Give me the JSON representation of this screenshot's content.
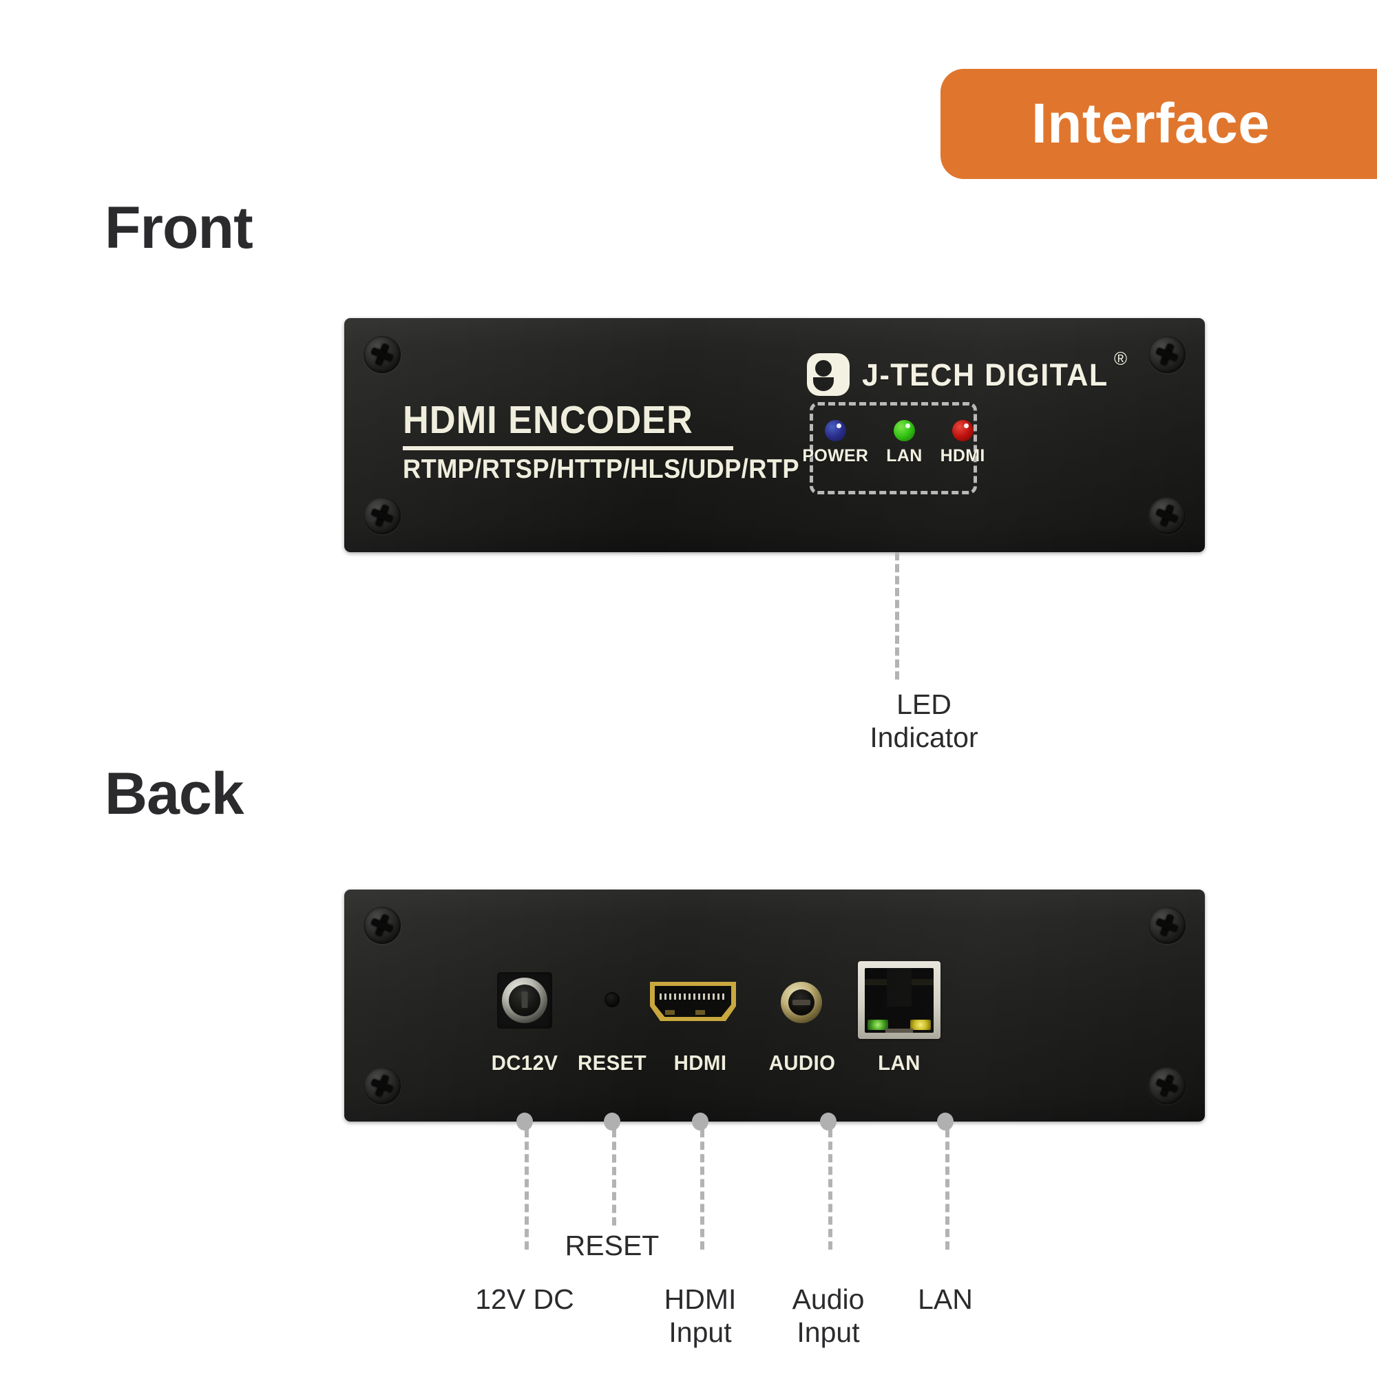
{
  "badge": {
    "label": "Interface",
    "color": "#E0762D"
  },
  "headings": {
    "front": "Front",
    "back": "Back"
  },
  "front_panel": {
    "title": "HDMI ENCODER",
    "subtitle": "RTMP/RTSP/HTTP/HLS/UDP/RTP",
    "brand": {
      "name": "J-TECH DIGITAL",
      "registered": "®"
    },
    "leds": [
      {
        "label": "POWER",
        "color": "#2b2f8e",
        "name": "power-led"
      },
      {
        "label": "LAN",
        "color": "#34c414",
        "name": "lan-led"
      },
      {
        "label": "HDMI",
        "color": "#c1130f",
        "name": "hdmi-led"
      }
    ],
    "callout": {
      "label": "LED\nIndicator"
    }
  },
  "back_panel": {
    "ports": [
      {
        "silk": "DC12V",
        "callout": "12V DC",
        "name": "dc-power-port"
      },
      {
        "silk": "RESET",
        "callout": "RESET",
        "name": "reset-button"
      },
      {
        "silk": "HDMI",
        "callout": "HDMI\nInput",
        "name": "hdmi-input-port"
      },
      {
        "silk": "AUDIO",
        "callout": "Audio\nInput",
        "name": "audio-input-port"
      },
      {
        "silk": "LAN",
        "callout": "LAN",
        "name": "lan-port"
      }
    ]
  },
  "colors": {
    "accent": "#E0762D",
    "panel": "#1b1b19",
    "silkscreen": "#EFEDDC",
    "text": "#2B2B2E",
    "leader": "#b3b3b3"
  }
}
